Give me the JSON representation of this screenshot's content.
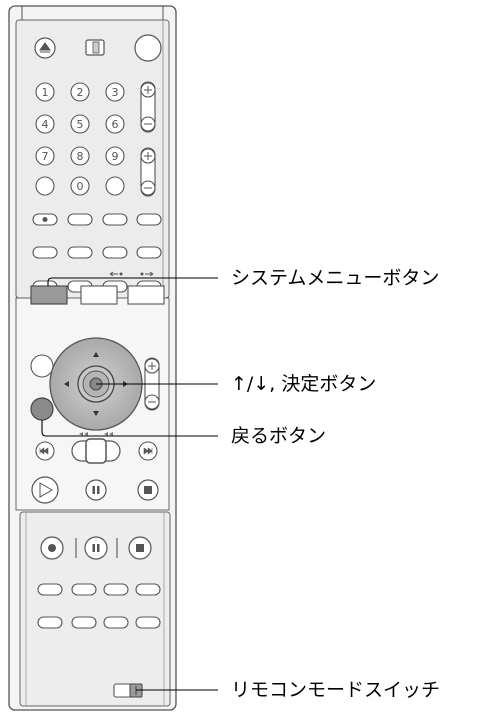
{
  "callouts": {
    "system_menu_button": "システムメニューボタン",
    "arrow_enter_button": "↑/↓, 決定ボタン",
    "return_button": "戻るボタン",
    "remote_mode_switch": "リモコンモードスイッチ"
  },
  "remote": {
    "number_keys": [
      "1",
      "2",
      "3",
      "4",
      "5",
      "6",
      "7",
      "8",
      "9",
      "0"
    ],
    "colors": {
      "outline": "#555555",
      "body": "#e9e9e9",
      "panel": "#f2f2f2",
      "highlight": "#9a9a9a",
      "dark": "#777777"
    }
  }
}
